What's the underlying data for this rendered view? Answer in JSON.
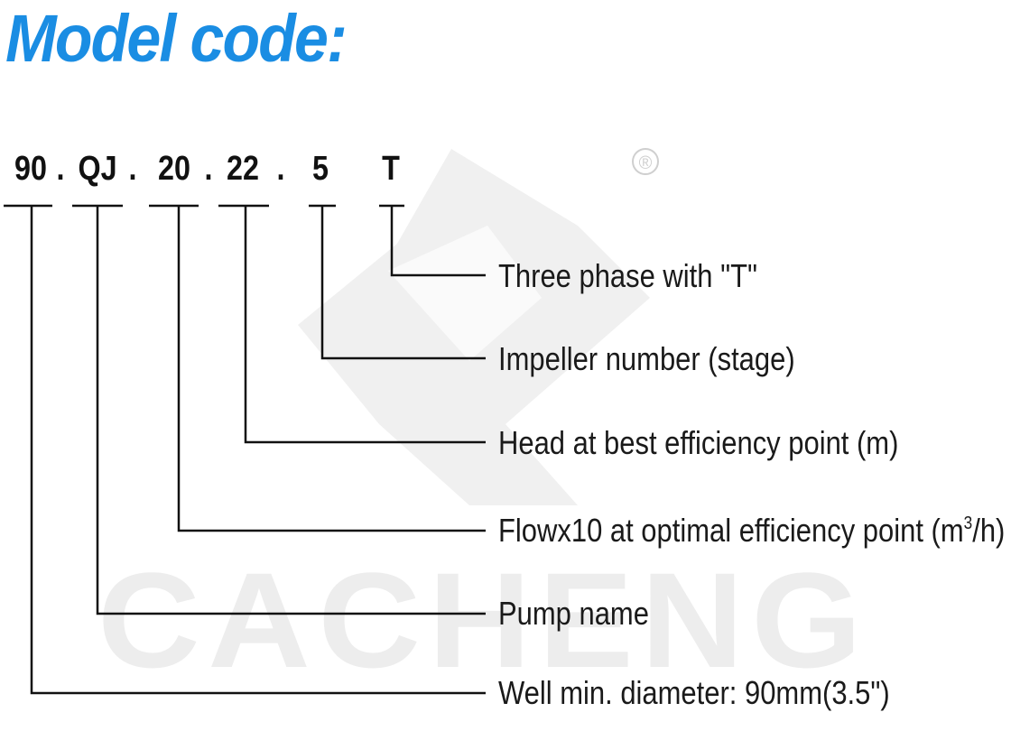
{
  "title": "Model code:",
  "code": {
    "seg1": "90",
    "seg2": "QJ",
    "seg3": "20",
    "seg4": "22",
    "seg5": "5",
    "seg6": "T",
    "dot": ".",
    "registered": "®"
  },
  "descriptions": {
    "three_phase": "Three phase with \"T\"",
    "impeller": "Impeller number (stage)",
    "head": "Head at best efficiency point (m)",
    "flow_prefix": "Flowx10 at optimal efficiency point (m",
    "flow_sup": "3",
    "flow_suffix": "/h)",
    "pump_name": "Pump name",
    "well": "Well min. diameter: 90mm(3.5\")"
  },
  "watermark": {
    "text": "CACHENG",
    "color": "#ededed"
  },
  "colors": {
    "title": "#1a8de3",
    "text": "#111111"
  }
}
